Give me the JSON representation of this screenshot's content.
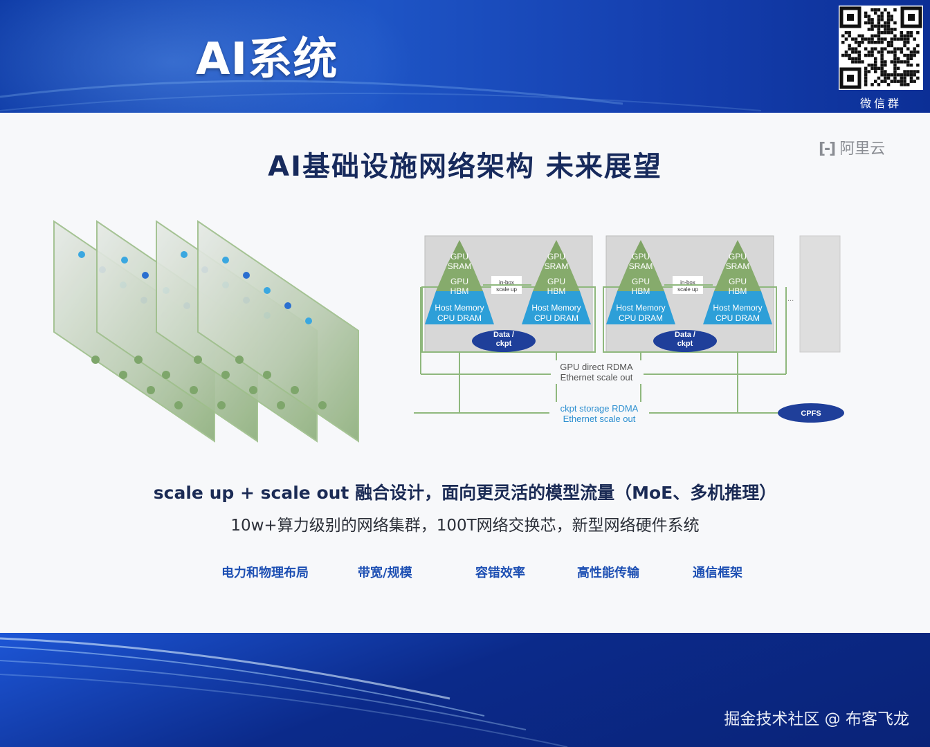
{
  "header": {
    "title": "AI系统",
    "qr_caption": "微信群"
  },
  "slide": {
    "logo_text": "阿里云",
    "title": "AI基础设施网络架构 未来展望",
    "subtitle_main": "scale up + scale out 融合设计，面向更灵活的模型流量（MoE、多机推理）",
    "subtitle_secondary": "10w+算力级别的网络集群，100T网络交换芯，新型网络硬件系统",
    "keywords": [
      "电力和物理布局",
      "带宽/规模",
      "容错效率",
      "高性能传输",
      "通信框架"
    ]
  },
  "diagram": {
    "node_groups": [
      {
        "pyramids": [
          {
            "sram": [
              "GPU",
              "SRAM"
            ],
            "hbm": [
              "GPU",
              "HBM"
            ],
            "dram": [
              "Host Memory",
              "CPU DRAM"
            ]
          },
          {
            "sram": [
              "GPU",
              "SRAM"
            ],
            "hbm": [
              "GPU",
              "HBM"
            ],
            "dram": [
              "Host Memory",
              "CPU DRAM"
            ]
          }
        ],
        "inbox": [
          "in-box",
          "scale up"
        ],
        "storage": [
          "Data /",
          "ckpt"
        ]
      },
      {
        "pyramids": [
          {
            "sram": [
              "GPU",
              "SRAM"
            ],
            "hbm": [
              "GPU",
              "HBM"
            ],
            "dram": [
              "Host Memory",
              "CPU DRAM"
            ]
          },
          {
            "sram": [
              "GPU",
              "SRAM"
            ],
            "hbm": [
              "GPU",
              "HBM"
            ],
            "dram": [
              "Host Memory",
              "CPU DRAM"
            ]
          }
        ],
        "inbox": [
          "in-box",
          "scale up"
        ],
        "storage": [
          "Data /",
          "ckpt"
        ]
      }
    ],
    "ellipsis": "...",
    "rdma_label": [
      "GPU direct RDMA",
      "Ethernet scale out"
    ],
    "storage_label": [
      "ckpt storage RDMA",
      "Ethernet scale out"
    ],
    "cpfs_label": "CPFS"
  },
  "footer": {
    "watermark": "掘金技术社区 @ 布客飞龙"
  },
  "colors": {
    "header_blue": "#1540b0",
    "title_navy": "#172a5c",
    "keyword_blue": "#1d4fb3",
    "pyramid_green": "#7fa465",
    "pyramid_blue": "#2d9fd8",
    "storage_navy": "#1f3f9a"
  }
}
